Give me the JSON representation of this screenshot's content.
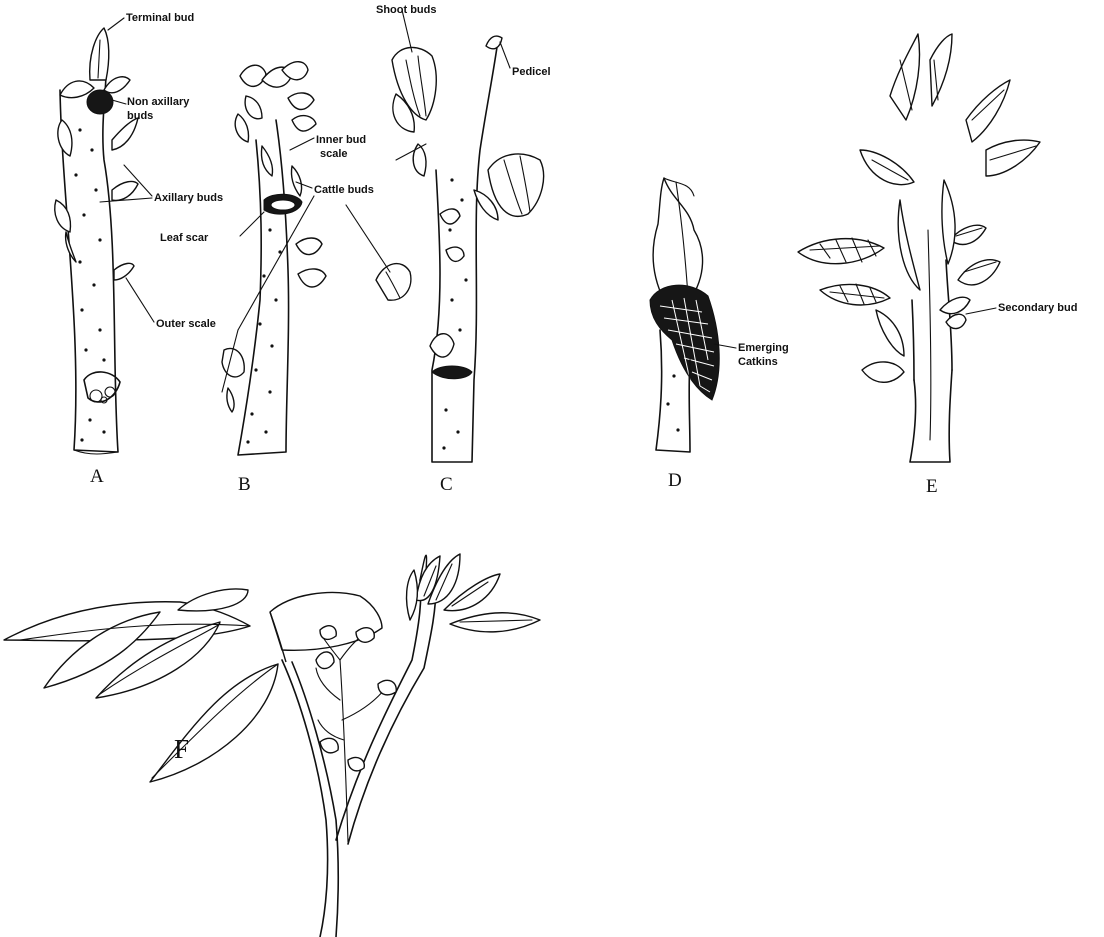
{
  "figure": {
    "panels": [
      {
        "id": "A",
        "label": "A"
      },
      {
        "id": "B",
        "label": "B"
      },
      {
        "id": "C",
        "label": "C"
      },
      {
        "id": "D",
        "label": "D"
      },
      {
        "id": "E",
        "label": "E"
      },
      {
        "id": "F",
        "label": "F"
      }
    ],
    "annotations": {
      "terminal_bud": "Terminal bud",
      "non_axillary_buds_1": "Non axillary",
      "non_axillary_buds_2": "buds",
      "axillary_buds": "Axillary buds",
      "leaf_scar": "Leaf scar",
      "outer_scale": "Outer scale",
      "inner_bud_scale_1": "Inner bud",
      "inner_bud_scale_2": "scale",
      "cattle_buds": "Cattle buds",
      "shoot_buds": "Shoot buds",
      "pedicel": "Pedicel",
      "emerging_catkins_1": "Emerging",
      "emerging_catkins_2": "Catkins",
      "secondary_bud": "Secondary bud"
    },
    "colors": {
      "ink": "#111111",
      "paper": "#ffffff"
    }
  }
}
